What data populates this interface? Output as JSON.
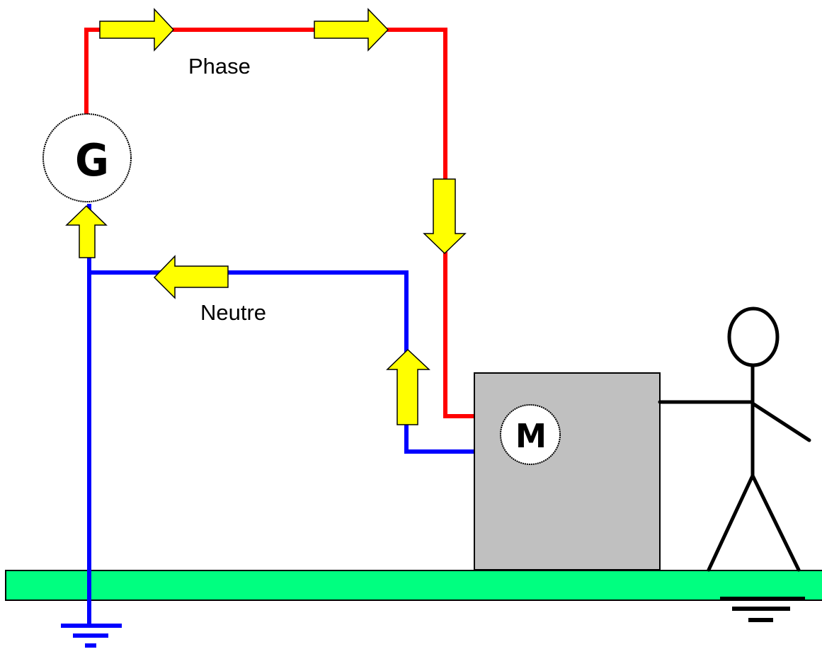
{
  "labels": {
    "phase": "Phase",
    "neutral": "Neutre",
    "generator_symbol": "G",
    "motor_symbol": "M"
  },
  "colors": {
    "phase_wire": "#ff0000",
    "neutral_wire": "#0000ff",
    "ground_bar": "#00ff80",
    "enclosure": "#c0c0c0",
    "current_arrow": "#ffff00",
    "outline": "#000000"
  },
  "arrows": {
    "phase_direction": [
      "right",
      "right",
      "down"
    ],
    "neutral_direction": [
      "up",
      "left",
      "up"
    ]
  }
}
